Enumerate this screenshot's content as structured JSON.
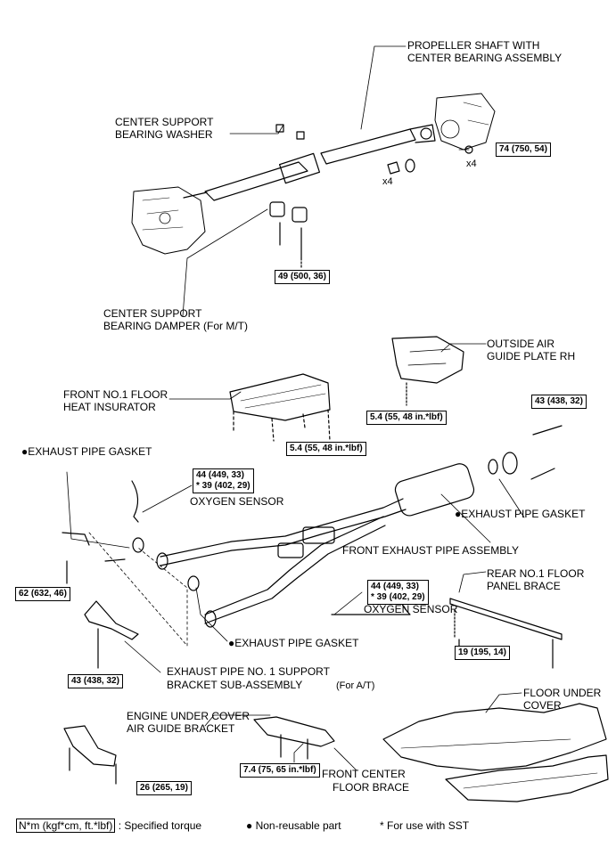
{
  "labels": {
    "propeller_shaft": "PROPELLER SHAFT WITH",
    "propeller_shaft_2": "CENTER BEARING ASSEMBLY",
    "center_support_washer": "CENTER SUPPORT",
    "center_support_washer_2": "BEARING WASHER",
    "center_support_damper": "CENTER SUPPORT",
    "center_support_damper_2": "BEARING DAMPER (For M/T)",
    "outside_air_guide": "OUTSIDE AIR",
    "outside_air_guide_2": "GUIDE PLATE RH",
    "front_floor_heat": "FRONT NO.1 FLOOR",
    "front_floor_heat_2": "HEAT INSURATOR",
    "exhaust_gasket_top": "●EXHAUST PIPE GASKET",
    "oxygen_sensor_1": "OXYGEN SENSOR",
    "exhaust_gasket_right": "●EXHAUST PIPE GASKET",
    "front_exhaust_pipe": "FRONT EXHAUST PIPE ASSEMBLY",
    "rear_floor_brace": "REAR NO.1 FLOOR",
    "rear_floor_brace_2": "PANEL BRACE",
    "oxygen_sensor_2": "OXYGEN SENSOR",
    "exhaust_gasket_bottom": "●EXHAUST PIPE GASKET",
    "support_bracket": "EXHAUST PIPE NO. 1 SUPPORT",
    "support_bracket_2": "BRACKET SUB-ASSEMBLY",
    "for_at": "(For A/T)",
    "floor_under_cover": "FLOOR UNDER",
    "floor_under_cover_2": "COVER",
    "engine_under_cover": "ENGINE UNDER COVER",
    "engine_under_cover_2": "AIR GUIDE BRACKET",
    "front_center_brace": "FRONT CENTER",
    "front_center_brace_2": "FLOOR BRACE",
    "x4_left": "x4",
    "x4_right": "x4"
  },
  "torques": {
    "t74": "74 (750, 54)",
    "t49": "49 (500, 36)",
    "t43_top": "43 (438, 32)",
    "t54_top": "5.4 (55, 48 in.*lbf)",
    "t54_mid": "5.4 (55, 48 in.*lbf)",
    "t44_1": "44 (449, 33)\n* 39 (402, 29)",
    "t62": "62 (632, 46)",
    "t44_2": "44 (449, 33)\n* 39 (402, 29)",
    "t19": "19 (195, 14)",
    "t43_bottom": "43 (438, 32)",
    "t74b": "7.4 (75, 65 in.*lbf)",
    "t26": "26 (265, 19)"
  },
  "legend": {
    "unit_box": "N*m (kgf*cm, ft.*lbf)",
    "unit_text": ": Specified torque",
    "nonreusable": "● Non-reusable part",
    "sst": "* For use with SST"
  }
}
